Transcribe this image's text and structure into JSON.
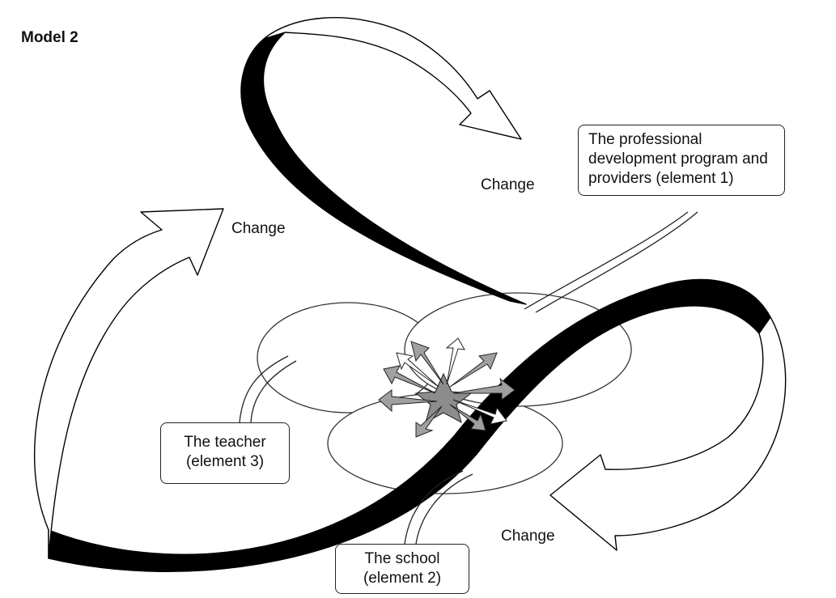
{
  "title": "Model 2",
  "change_labels": [
    "Change",
    "Change",
    "Change"
  ],
  "elements": {
    "element1": {
      "lines": [
        "The professional",
        "development program and",
        "providers (element 1)"
      ]
    },
    "element2": {
      "lines": [
        "The school",
        "(element 2)"
      ]
    },
    "element3": {
      "lines": [
        "The teacher",
        "(element 3)"
      ]
    }
  },
  "colors": {
    "ribbon_dark": "#000000",
    "ribbon_light": "#ffffff",
    "outline": "#222222",
    "burst_gray": "#9a9a9a"
  }
}
